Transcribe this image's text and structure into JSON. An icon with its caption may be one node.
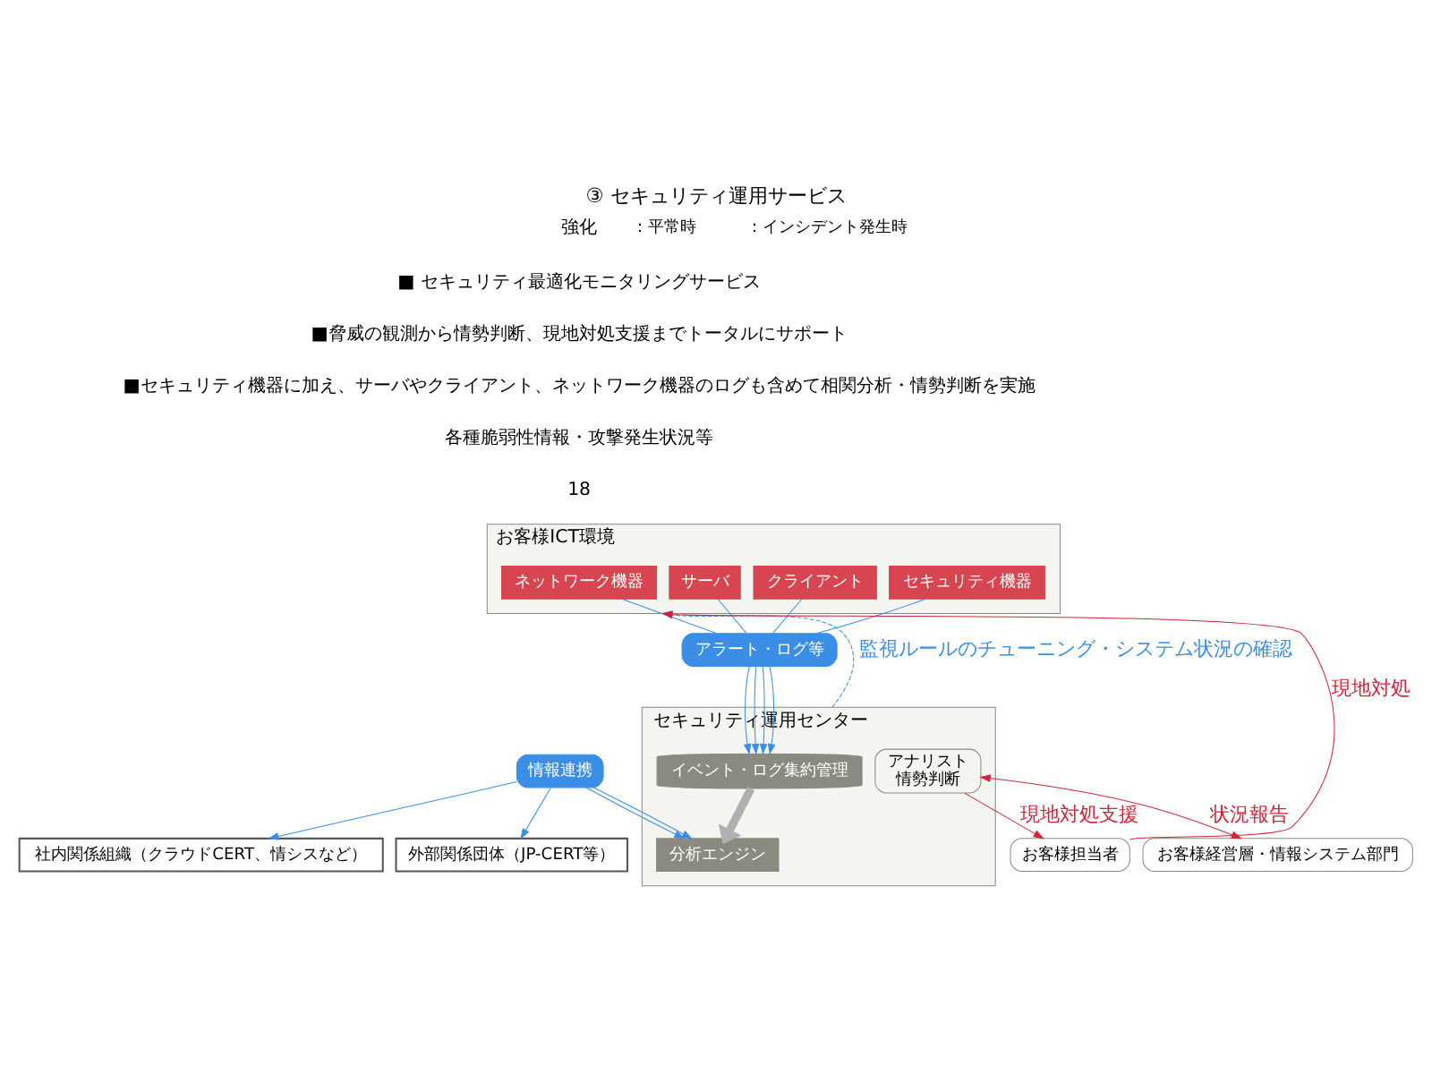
{
  "diagram": {
    "title": "③ セキュリティ運用サービス",
    "nodes": [
      {
        "text": [
          "お客様ICT環境"
        ]
      },
      {
        "text": [
          "ネットワーク機器"
        ],
        "in": 0
      },
      {
        "text": [
          "サーバ"
        ],
        "in": 0
      },
      {
        "text": [
          "クライアント"
        ],
        "in": 0
      },
      {
        "text": [
          "セキュリティ機器"
        ],
        "in": 0
      },
      {
        "text": [
          "アラート・ログ等"
        ]
      },
      {
        "text": [
          "セキュリティ運用センター"
        ]
      },
      {
        "text": [
          "イベント・ログ集約管理"
        ],
        "in": 6
      },
      {
        "text": [
          "分析エンジン"
        ],
        "in": 6
      },
      {
        "text": [
          "アナリスト",
          "情勢判断"
        ],
        "in": 6
      },
      {
        "text": [
          "情報連携"
        ]
      },
      {
        "text": [
          "社内関係組織（クラウドCERT、情シスなど）"
        ]
      },
      {
        "text": [
          "外部関係団体（JP-CERT等）"
        ]
      },
      {
        "text": [
          "お客様担当者"
        ]
      },
      {
        "text": [
          "お客様経営層・情報システム部門"
        ]
      }
    ],
    "edges": [
      {
        "from": 1,
        "to": 5,
        "arrow": "none"
      },
      {
        "from": 2,
        "to": 5,
        "arrow": "none"
      },
      {
        "from": 3,
        "to": 5,
        "arrow": "none"
      },
      {
        "from": 4,
        "to": 5,
        "arrow": "none"
      },
      {
        "from": 5,
        "to": 7,
        "arrow": "to"
      },
      {
        "from": 5,
        "to": 7,
        "arrow": "to"
      },
      {
        "from": 5,
        "to": 7,
        "arrow": "to"
      },
      {
        "from": 5,
        "to": 7,
        "arrow": "to"
      },
      {
        "from": 7,
        "to": 8,
        "arrow": "to",
        "style": "thick",
        "color": "#b0b0b0"
      },
      {
        "from": 10,
        "to": 8,
        "arrow": "to"
      },
      {
        "from": 10,
        "to": 8,
        "arrow": "to"
      },
      {
        "from": 10,
        "to": 11,
        "arrow": "to"
      },
      {
        "from": 10,
        "to": 12,
        "arrow": "to"
      },
      {
        "from": 6,
        "to": 0,
        "arrow": "to",
        "style": "dashed",
        "label": "監視ルールのチューニング・システム状況の確認"
      },
      {
        "from": 9,
        "to": 13,
        "arrow": "to",
        "color": "#d0243a",
        "label": "現地対処支援"
      },
      {
        "from": 9,
        "to": 14,
        "arrow": "both",
        "color": "#d0243a",
        "label": "状況報告"
      },
      {
        "from": 13,
        "to": 0,
        "arrow": "to",
        "color": "#d0243a",
        "label": "現地対処"
      }
    ],
    "labels": [
      "強化",
      "■ セキュリティ最適化モニタリングサービス",
      "■脅威の観測から情勢判断、現地対処支援までトータルにサポート",
      "■セキュリティ機器に加え、サーバやクライアント、ネットワーク機器のログも含めて相関分析・情勢判断を実施",
      "各種脆弱性情報・攻撃発生状況等",
      "18"
    ],
    "legend": [
      {
        "text": "：平常時"
      },
      {
        "text": "：インシデント発生時"
      }
    ]
  }
}
